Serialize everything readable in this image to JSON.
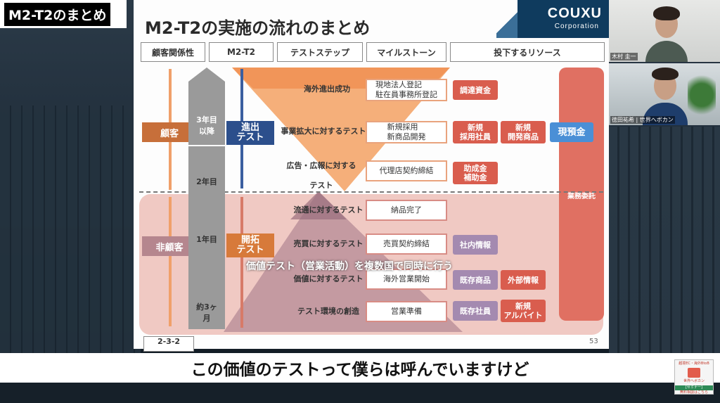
{
  "badge": {
    "title": "M2-T2のまとめ"
  },
  "slide": {
    "title": "M2-T2の実施の流れのまとめ",
    "logo": {
      "name": "COUXU",
      "sub": "Corporation"
    },
    "headers": [
      "顧客関係性",
      "M2-T2",
      "テストステップ",
      "マイルストーン",
      "投下するリソース"
    ],
    "customer_label": "顧客",
    "non_customer_label": "非顧客",
    "stages": [
      "3年目\n以降",
      "2年目",
      "1年目",
      "約3ヶ月"
    ],
    "phase_advance": "進出\nテスト",
    "phase_pioneer": "開拓\nテスト",
    "steps": [
      "海外進出成功",
      "事業拡大に対するテスト",
      "広告・広報に対する\nテスト",
      "流通に対するテスト",
      "売買に対するテスト",
      "価値に対するテスト",
      "テスト環境の創造"
    ],
    "milestones": [
      "現地法人登記\n駐在員事務所登記",
      "新規採用\n新商品開発",
      "代理店契約締結",
      "納品完了",
      "売買契約締結",
      "海外営業開始",
      "営業準備"
    ],
    "resources": {
      "r1": "調達資金",
      "r2a": "新規\n採用社員",
      "r2b": "新規\n開発商品",
      "r2c": "現預金",
      "r3": "助成金\n補助金",
      "r5": "社内情報",
      "r6a": "既存商品",
      "r6b": "外部情報",
      "r7a": "既存社員",
      "r7b": "新規\nアルバイト",
      "outsource": "業務委託"
    },
    "overlay": "価値テスト（営業活動）を複数国で同時に行う",
    "page_number": "53",
    "corner_tag": "2-3-2"
  },
  "participants": [
    {
      "name": "木村 圭一"
    },
    {
      "name": "徳田祐希 | 世界へボカン"
    }
  ],
  "subtitle": "この価値のテストって僕らは呼んでいますけど",
  "ad": {
    "line1": "越境EC・海外BtoB",
    "brand": "世界へボカン",
    "line2": "[セミナー]",
    "line3": "無料相談はこちら"
  },
  "colors": {
    "orange": "#f0a06a",
    "red": "#d95d4e",
    "purple": "#a48ab0",
    "blue": "#4a8fd6",
    "navy": "#0f3b5e"
  }
}
